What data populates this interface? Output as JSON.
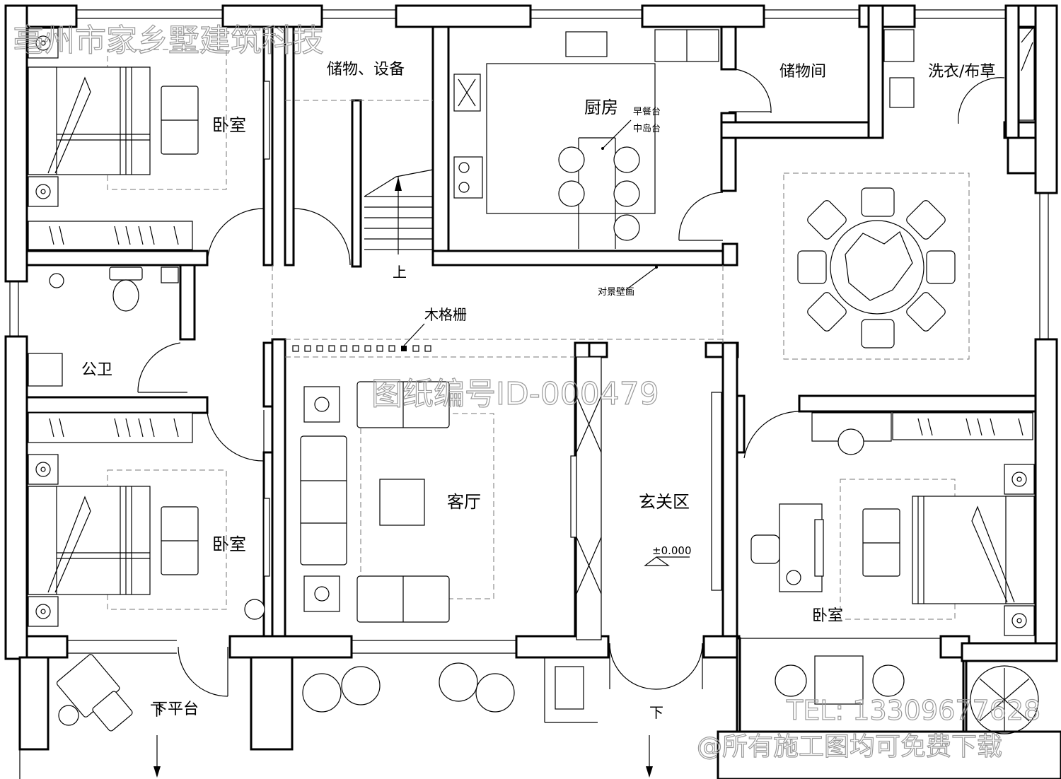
{
  "watermarks": {
    "company": "亳州市家乡墅建筑科技",
    "drawing_id": "图纸编号ID-000479",
    "phone": "TEL: 13309677628",
    "notice": "@所有施工图均可免费下载"
  },
  "rooms": {
    "bedroom_nw": "卧室",
    "storage_equipment": "储物、设备",
    "kitchen": "厨房",
    "storage_room": "储物间",
    "laundry": "洗衣/布草",
    "public_bath": "公卫",
    "bedroom_sw": "卧室",
    "living_room": "客厅",
    "entrance": "玄关区",
    "bedroom_se": "卧室",
    "lower_terrace": "下平台"
  },
  "annotations": {
    "breakfast_bar": "早餐台",
    "island": "中岛台",
    "mural": "对景壁画",
    "wood_grille": "木格栅",
    "stair_up": "上",
    "elevation": "±0.000",
    "down_front": "下",
    "down_left": "下"
  }
}
